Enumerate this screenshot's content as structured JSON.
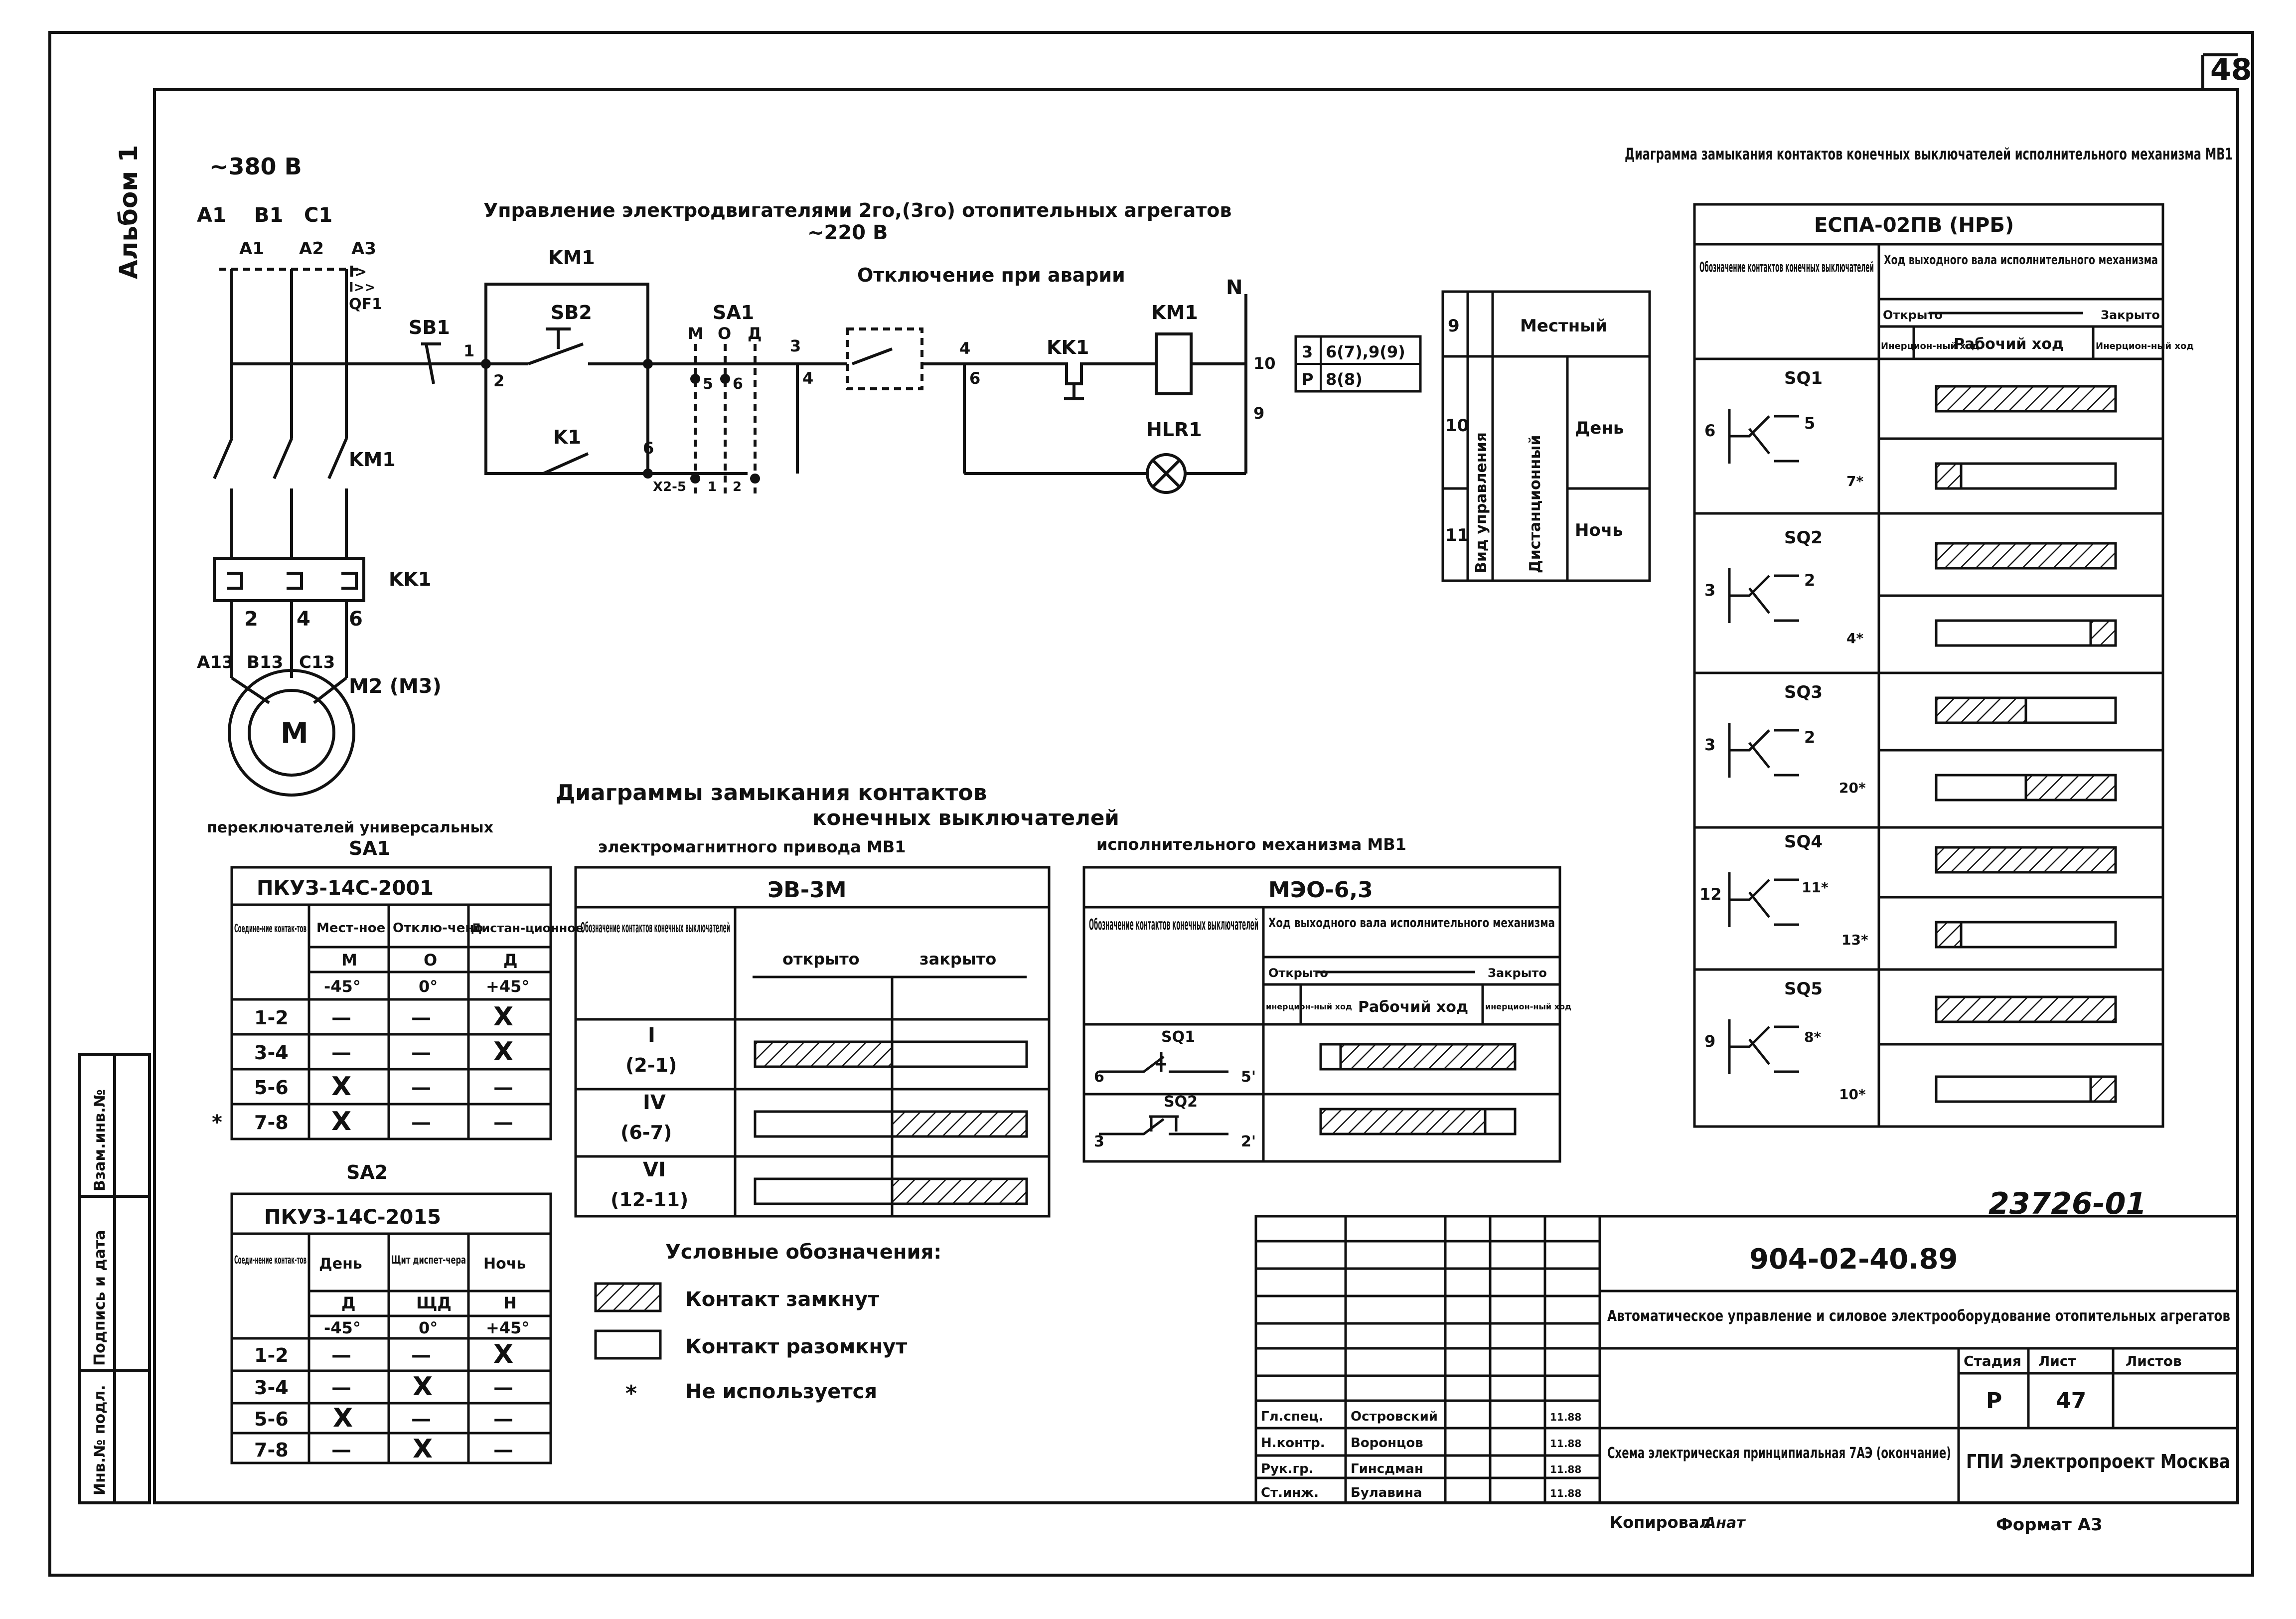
{
  "sheet": {
    "page_number": "48",
    "album": "Альбом 1",
    "side_labels": [
      "Инв.№ подл.",
      "Подпись и дата",
      "Взам.инв.№"
    ],
    "doc_number": "23726-01",
    "copied": "Копировал",
    "copier_signature": "Анат",
    "format": "Формат А3"
  },
  "schematic": {
    "title": "Управление электродвигателями 2го,(3го) отопительных агрегатов",
    "voltage_ctrl": "~220 В",
    "voltage_power": "~380 В",
    "phases": [
      "A1",
      "B1",
      "C1"
    ],
    "phases2": [
      "A1",
      "A2",
      "A3"
    ],
    "breaker_note": "I>",
    "breaker_note2": "I>>",
    "breaker": "QF1",
    "contactor_power": "KM1",
    "thermal": "KK1",
    "terminals_thermal": [
      "2",
      "4",
      "6"
    ],
    "motor_leads": [
      "A13",
      "B13",
      "C13"
    ],
    "motor_name": "M2 (M3)",
    "motor_symbol": "M",
    "sb1": "SB1",
    "sb2": "SB2",
    "km1_top": "KM1",
    "sa1": "SA1",
    "sa1_modes": [
      "М",
      "О",
      "Д"
    ],
    "k1": "K1",
    "alarm_label": "Отключение при аварии",
    "kk1": "KK1",
    "km1_coil": "KM1",
    "hlr1": "HLR1",
    "neutral": "N",
    "nodes": [
      "1",
      "2",
      "3",
      "4",
      "4",
      "5",
      "6",
      "6",
      "10",
      "9",
      "6",
      "X2-5",
      "1",
      "2"
    ],
    "ref_table": [
      [
        "3",
        "6(7),9(9)"
      ],
      [
        "Р",
        "8(8)"
      ]
    ]
  },
  "mode_table": {
    "rows": [
      "9",
      "10",
      "11"
    ],
    "vertical_label": "Вид управления",
    "local": "Местный",
    "remote": "Дистанционный",
    "day": "День",
    "night": "Ночь"
  },
  "diagrams_title": "Диаграммы замыкания контактов",
  "subtitles": {
    "switches": "переключателей универсальных",
    "limit": "конечных выключателей",
    "em_drive": "электромагнитного привода МВ1",
    "actuator": "исполнительного механизма МВ1"
  },
  "sa1_table": {
    "label": "SA1",
    "model": "ПКУЗ-14С-2001",
    "headers": [
      "Соедине-ние контак-тов",
      "Мест-ное",
      "Отклю-чено",
      "Дистан-ционное"
    ],
    "positions": [
      "М",
      "О",
      "Д"
    ],
    "angles": [
      "-45°",
      "0°",
      "+45°"
    ],
    "rows": [
      {
        "contacts": "1-2",
        "cells": [
          "—",
          "—",
          "X"
        ],
        "note": ""
      },
      {
        "contacts": "3-4",
        "cells": [
          "—",
          "—",
          "X"
        ],
        "note": ""
      },
      {
        "contacts": "5-6",
        "cells": [
          "X",
          "—",
          "—"
        ],
        "note": ""
      },
      {
        "contacts": "7-8",
        "cells": [
          "X",
          "—",
          "—"
        ],
        "note": "*"
      }
    ]
  },
  "sa2_table": {
    "label": "SA2",
    "model": "ПКУЗ-14С-2015",
    "headers": [
      "Соеди-нение контак-тов",
      "День",
      "Щит диспет-чера",
      "Ночь"
    ],
    "positions": [
      "Д",
      "ЩД",
      "Н"
    ],
    "angles": [
      "-45°",
      "0°",
      "+45°"
    ],
    "rows": [
      {
        "contacts": "1-2",
        "cells": [
          "—",
          "—",
          "X"
        ]
      },
      {
        "contacts": "3-4",
        "cells": [
          "—",
          "X",
          "—"
        ]
      },
      {
        "contacts": "5-6",
        "cells": [
          "X",
          "—",
          "—"
        ]
      },
      {
        "contacts": "7-8",
        "cells": [
          "—",
          "X",
          "—"
        ]
      }
    ]
  },
  "ev_table": {
    "model": "ЭВ-3М",
    "col_header": "Обозначение контактов конечных выключателей",
    "open": "открыто",
    "closed": "закрыто",
    "rows": [
      {
        "num": "I",
        "pair": "(2-1)"
      },
      {
        "num": "IV",
        "pair": "(6-7)"
      },
      {
        "num": "VI",
        "pair": "(12-11)"
      }
    ]
  },
  "mzo_table": {
    "model": "МЭО-6,3",
    "col_header": "Обозначение контактов конечных выключателей",
    "stroke_header": "Ход выходного вала исполнительного механизма",
    "open": "Открыто",
    "closed": "Закрыто",
    "inertial": "инерцион-ный ход",
    "working": "Рабочий ход",
    "sq": [
      {
        "name": "SQ1",
        "a": "6",
        "b": "5'"
      },
      {
        "name": "SQ2",
        "a": "3",
        "b": "2'"
      }
    ]
  },
  "espa_table": {
    "title": "Диаграмма замыкания контактов конечных выключателей исполнительного механизма МВ1",
    "model": "ЕСПА-02ПВ (НРБ)",
    "col_header": "Обозначение контактов конечных выключателей",
    "stroke_header": "Ход выходного вала исполнительного механизма",
    "open": "Открыто",
    "closed": "Закрыто",
    "inertial": "Инерцион-ный ход",
    "working": "Рабочий ход",
    "sq": [
      {
        "name": "SQ1",
        "a": "6",
        "b": "5",
        "c": "7*"
      },
      {
        "name": "SQ2",
        "a": "3",
        "b": "2",
        "c": "4*"
      },
      {
        "name": "SQ3",
        "a": "3",
        "b": "2",
        "c": "20*"
      },
      {
        "name": "SQ4",
        "a": "12",
        "b": "11*",
        "c": "13*"
      },
      {
        "name": "SQ5",
        "a": "9",
        "b": "8*",
        "c": "10*"
      }
    ]
  },
  "legend": {
    "title": "Условные обозначения:",
    "closed": "Контакт замкнут",
    "open": "Контакт разомкнут",
    "star": "*",
    "unused": "Не используется"
  },
  "title_block": {
    "code": "904-02-40.89",
    "project": "Автоматическое управление и силовое электрооборудование отопительных агрегатов",
    "stage_h": "Стадия",
    "sheet_h": "Лист",
    "sheets_h": "Листов",
    "stage": "Р",
    "sheet": "47",
    "drawing": "Схема электрическая принципиальная 7АЭ (окончание)",
    "org": "ГПИ Электропроект Москва",
    "people": [
      {
        "role": "Гл.спец.",
        "name": "Островский",
        "date": "11.88"
      },
      {
        "role": "Н.контр.",
        "name": "Воронцов",
        "date": "11.88"
      },
      {
        "role": "Рук.гр.",
        "name": "Гинсдман",
        "date": "11.88"
      },
      {
        "role": "Ст.инж.",
        "name": "Булавина",
        "date": "11.88"
      }
    ]
  },
  "colors": {
    "ink": "#111111",
    "paper": "#ffffff"
  }
}
